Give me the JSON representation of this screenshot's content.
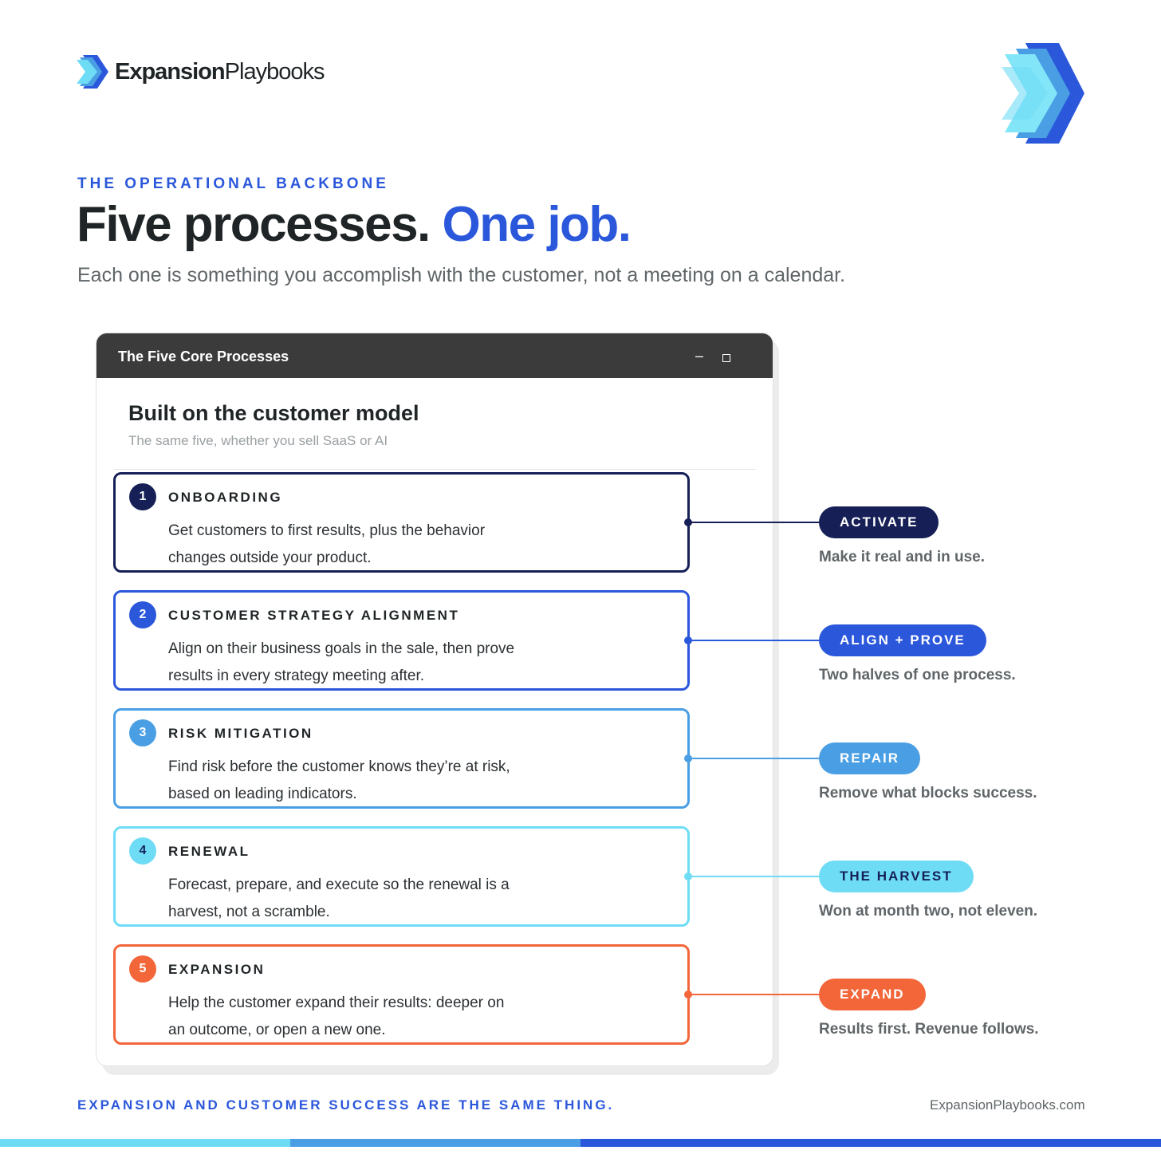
{
  "brand": {
    "name_bold": "Expansion",
    "name_light": "Playbooks"
  },
  "header": {
    "eyebrow": "THE OPERATIONAL BACKBONE",
    "title_dark": "Five processes.",
    "title_blue": "One job.",
    "subtitle": "Each one is something you accomplish with the customer, not a meeting on a calendar."
  },
  "window": {
    "title": "The Five Core Processes",
    "minimize_glyph": "–",
    "heading": "Built on the customer model",
    "subheading": "The same five, whether you sell SaaS or AI"
  },
  "processes": [
    {
      "number": "1",
      "title": "ONBOARDING",
      "description": "Get customers to first results, plus the behavior changes outside your product.",
      "outcome_label": "ACTIVATE",
      "outcome_note": "Make it real and in use.",
      "color": "#162057",
      "number_text_color": "#ffffff",
      "pill_text_color": "#ffffff"
    },
    {
      "number": "2",
      "title": "CUSTOMER STRATEGY ALIGNMENT",
      "description": "Align on their business goals in the sale, then prove results in every strategy meeting after.",
      "outcome_label": "ALIGN + PROVE",
      "outcome_note": "Two halves of one process.",
      "color": "#2b57db",
      "number_text_color": "#ffffff",
      "pill_text_color": "#ffffff"
    },
    {
      "number": "3",
      "title": "RISK MITIGATION",
      "description": "Find risk before the customer knows they’re at risk, based on leading indicators.",
      "outcome_label": "REPAIR",
      "outcome_note": "Remove what blocks success.",
      "color": "#4a9fe4",
      "number_text_color": "#ffffff",
      "pill_text_color": "#ffffff"
    },
    {
      "number": "4",
      "title": "RENEWAL",
      "description": "Forecast, prepare, and execute so the renewal is a harvest, not a scramble.",
      "outcome_label": "THE HARVEST",
      "outcome_note": "Won at month two, not eleven.",
      "color": "#6fdcf6",
      "number_text_color": "#162057",
      "pill_text_color": "#162057"
    },
    {
      "number": "5",
      "title": "EXPANSION",
      "description": "Help the customer expand their results: deeper on an outcome, or open a new one.",
      "outcome_label": "EXPAND",
      "outcome_note": "Results first. Revenue follows.",
      "color": "#f2663a",
      "number_text_color": "#ffffff",
      "pill_text_color": "#ffffff"
    }
  ],
  "footer": {
    "tagline": "EXPANSION AND CUSTOMER SUCCESS ARE THE SAME THING.",
    "website": "ExpansionPlaybooks.com"
  },
  "stripe_colors": [
    "#6fdcf6",
    "#4a9fe4",
    "#2b57db"
  ]
}
